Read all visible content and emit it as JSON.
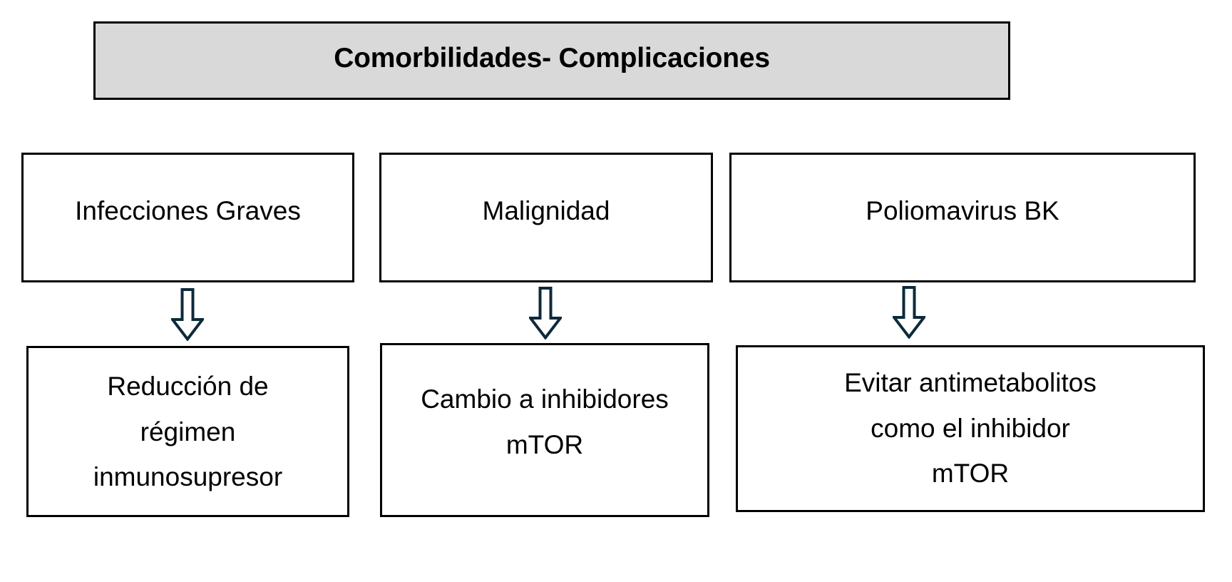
{
  "title": {
    "text": "Comorbilidades- Complicaciones",
    "background_color": "#d9d9d9",
    "border_color": "#000000",
    "text_color": "#000000"
  },
  "colors": {
    "box_border": "#000000",
    "box_fill": "#ffffff",
    "arrow_stroke": "#0d2a3a",
    "arrow_fill": "#ffffff",
    "page_background": "#ffffff"
  },
  "flow": {
    "columns": [
      {
        "condition": "Infecciones Graves",
        "arrow": "down-block-arrow",
        "action": "Reducción de\nrégimen\ninmunosupresor"
      },
      {
        "condition": "Malignidad",
        "arrow": "down-block-arrow",
        "action": "Cambio a inhibidores\nmTOR"
      },
      {
        "condition": "Poliomavirus BK",
        "arrow": "down-block-arrow",
        "action": "Evitar antimetabolitos\ncomo el inhibidor\nmTOR"
      }
    ]
  }
}
